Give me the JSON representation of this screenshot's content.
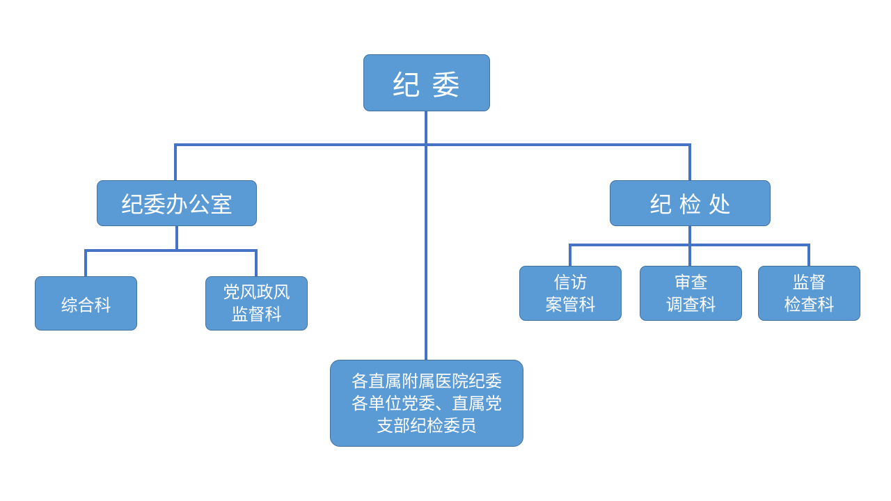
{
  "diagram": {
    "nodes": {
      "root": "纪    委",
      "office": "纪委办公室",
      "inspect": "纪 检 处",
      "zonghe": "综合科",
      "dangfeng": "党风政风\n监督科",
      "xinfang": "信访\n案管科",
      "shencha": "审查\n调查科",
      "jiandu": "监督\n检查科",
      "bottom": "各直属附属医院纪委\n各单位党委、直属党\n支部纪检委员"
    },
    "edges": [
      [
        "root",
        "office"
      ],
      [
        "root",
        "inspect"
      ],
      [
        "root",
        "bottom"
      ],
      [
        "office",
        "zonghe"
      ],
      [
        "office",
        "dangfeng"
      ],
      [
        "inspect",
        "xinfang"
      ],
      [
        "inspect",
        "shencha"
      ],
      [
        "inspect",
        "jiandu"
      ]
    ],
    "colors": {
      "node_fill": "#5b9bd5",
      "node_border": "#41719c",
      "connector": "#4472c4",
      "text": "#ffffff"
    }
  }
}
